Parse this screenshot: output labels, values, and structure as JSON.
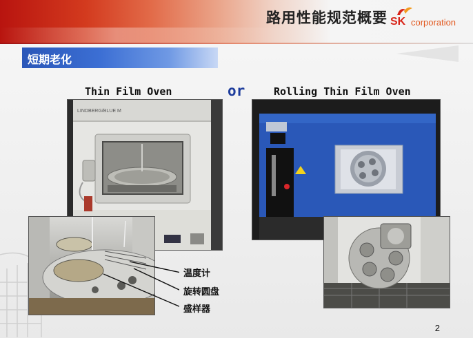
{
  "header": {
    "title": "路用性能规范概要",
    "logo": {
      "mark": "SK",
      "text": "corporation",
      "colors": {
        "red": "#d82418",
        "orange": "#e2581e"
      }
    }
  },
  "section": {
    "label": "短期老化",
    "bar_color": "#2a56b8"
  },
  "captions": {
    "left": "Thin Film Oven",
    "connector": "or",
    "right": "Rolling Thin Film Oven"
  },
  "oven_labels": {
    "brand_plate": "LINDBERG/BLUE M"
  },
  "callouts": [
    "温度计",
    "旋转圆盘",
    "盛样器"
  ],
  "page_number": "2"
}
